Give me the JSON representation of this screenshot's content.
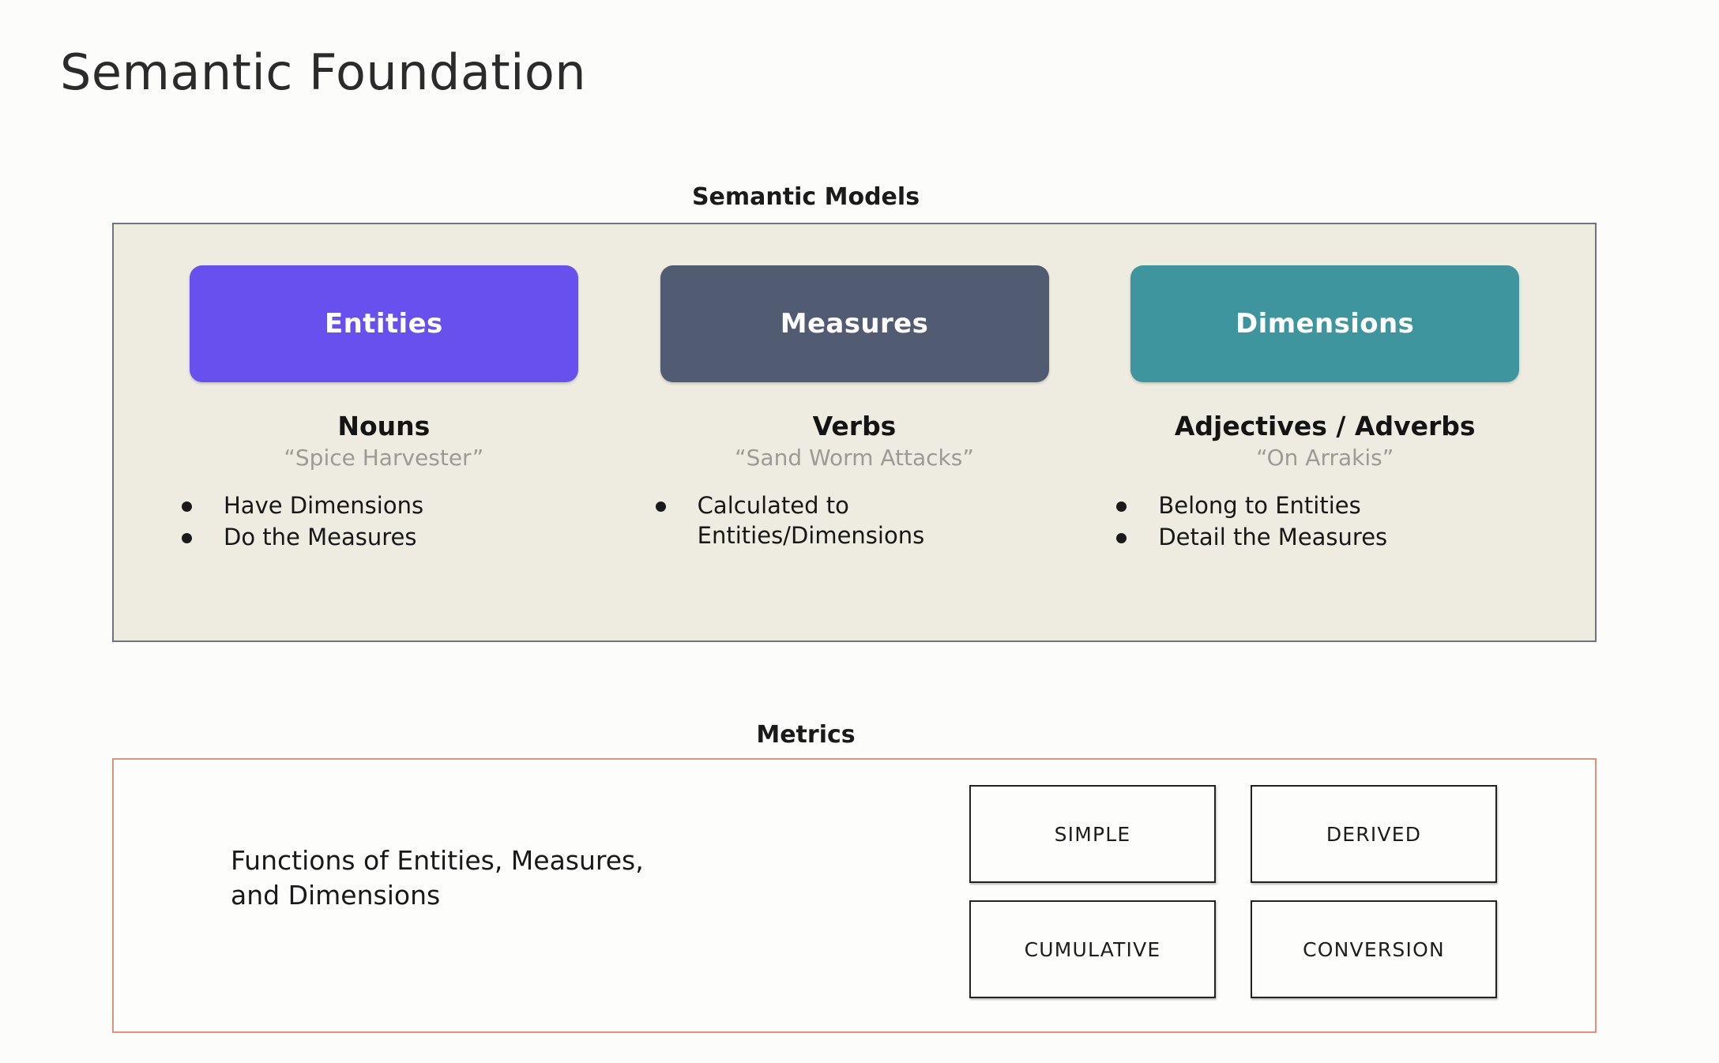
{
  "page": {
    "title": "Semantic Foundation",
    "background_color": "#fcfcfa"
  },
  "semantic_models": {
    "caption": "Semantic Models",
    "panel_background": "#eeece0",
    "panel_border_color": "#6b7385",
    "columns": [
      {
        "chip_label": "Entities",
        "chip_color": "#6750ee",
        "part_of_speech": "Nouns",
        "example": "“Spice Harvester”",
        "bullets": [
          "Have Dimensions",
          "Do the Measures"
        ]
      },
      {
        "chip_label": "Measures",
        "chip_color": "#515c73",
        "part_of_speech": "Verbs",
        "example": "“Sand Worm Attacks”",
        "bullets": [
          "Calculated to\nEntities/Dimensions"
        ]
      },
      {
        "chip_label": "Dimensions",
        "chip_color": "#3e959e",
        "part_of_speech": "Adjectives / Adverbs",
        "example": "“On Arrakis”",
        "bullets": [
          "Belong to Entities",
          "Detail the Measures"
        ]
      }
    ]
  },
  "metrics": {
    "caption": "Metrics",
    "panel_border_color": "#e0917a",
    "description": "Functions of Entities, Measures,\nand Dimensions",
    "types": [
      "SIMPLE",
      "DERIVED",
      "CUMULATIVE",
      "CONVERSION"
    ]
  }
}
